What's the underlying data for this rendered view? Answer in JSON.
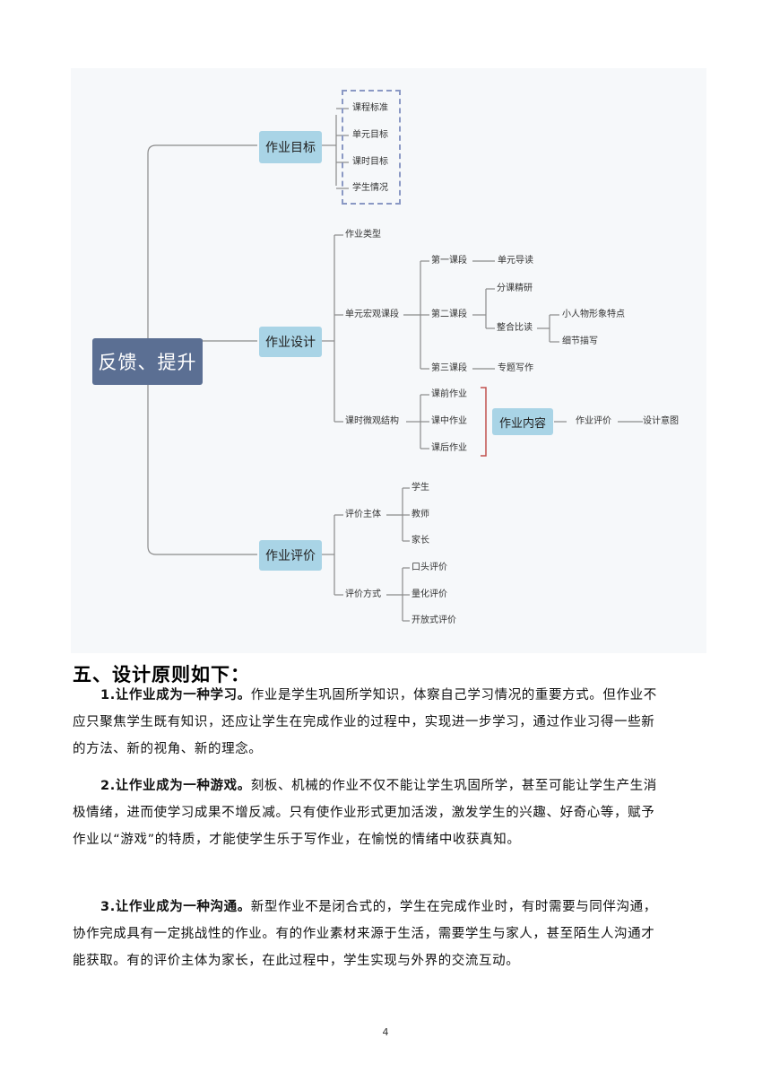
{
  "mindmap": {
    "root": "反馈、提升",
    "goal": {
      "label": "作业目标",
      "items": [
        "课程标准",
        "单元目标",
        "课时目标",
        "学生情况"
      ]
    },
    "design": {
      "label": "作业设计",
      "type_label": "作业类型",
      "macro": {
        "label": "单元宏观课段",
        "stage1": "第一课段",
        "stage1_child": "单元导读",
        "stage2": "第二课段",
        "stage2_children": [
          "分课精研",
          "整合比读"
        ],
        "compare_children": [
          "小人物形象特点",
          "细节描写"
        ],
        "stage3": "第三课段",
        "stage3_child": "专题写作"
      },
      "micro": {
        "label": "课时微观结构",
        "items": [
          "课前作业",
          "课中作业",
          "课后作业"
        ],
        "content": "作业内容",
        "eval": "作业评价",
        "intent": "设计意图"
      }
    },
    "evaluation": {
      "label": "作业评价",
      "subject": {
        "label": "评价主体",
        "items": [
          "学生",
          "教师",
          "家长"
        ]
      },
      "method": {
        "label": "评价方式",
        "items": [
          "口头评价",
          "量化评价",
          "开放式评价"
        ]
      }
    }
  },
  "section_heading": "五、设计原则如下：",
  "principles": [
    {
      "title": "1.让作业成为一种学习。",
      "body": "作业是学生巩固所学知识，体察自己学习情况的重要方式。但作业不应只聚焦学生既有知识，还应让学生在完成作业的过程中，实现进一步学习，通过作业习得一些新的方法、新的视角、新的理念。"
    },
    {
      "title": "2.让作业成为一种游戏。",
      "body": "刻板、机械的作业不仅不能让学生巩固所学，甚至可能让学生产生消极情绪，进而使学习成果不增反减。只有使作业形式更加活泼，激发学生的兴趣、好奇心等，赋予作业以“游戏”的特质，才能使学生乐于写作业，在愉悦的情绪中收获真知。"
    },
    {
      "title": "3.让作业成为一种沟通。",
      "body": "新型作业不是闭合式的，学生在完成作业时，有时需要与同伴沟通，协作完成具有一定挑战性的作业。有的作业素材来源于生活，需要学生与家人，甚至陌生人沟通才能获取。有的评价主体为家长，在此过程中，学生实现与外界的交流互动。"
    }
  ],
  "page_number": "4"
}
